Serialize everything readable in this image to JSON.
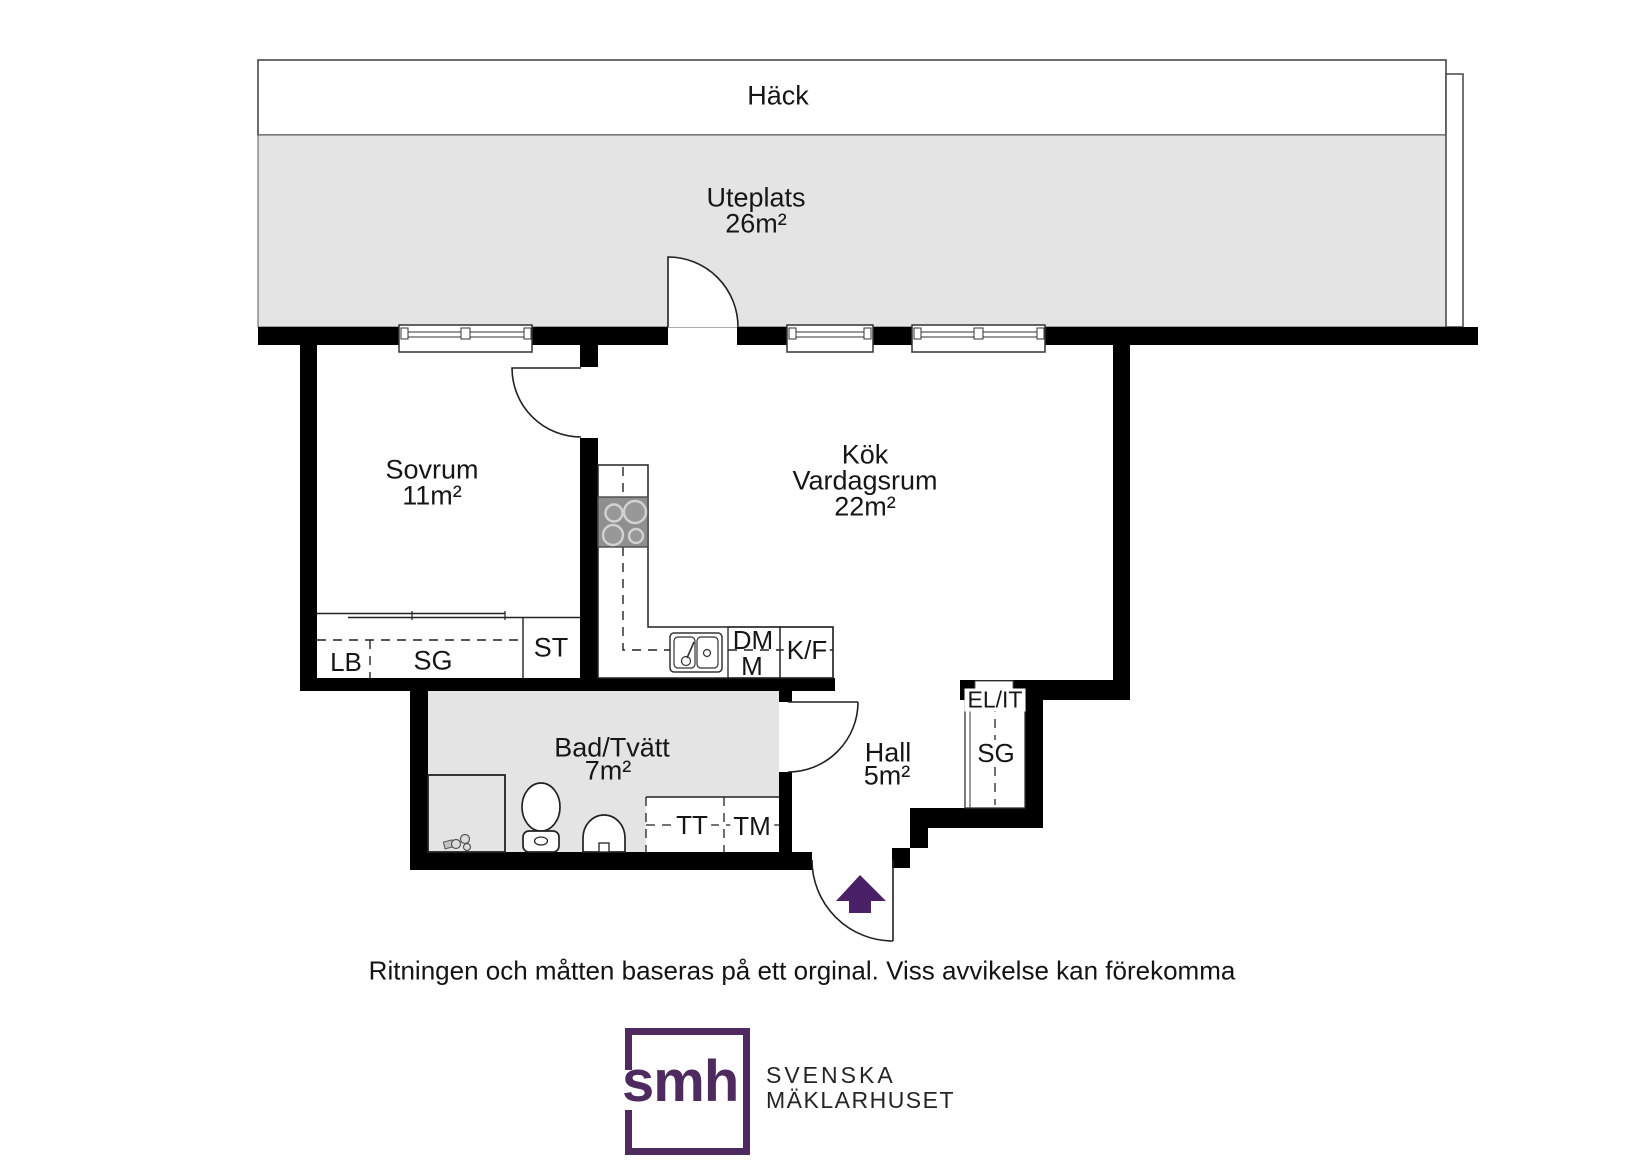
{
  "areas": {
    "hedge": {
      "label": "Häck"
    },
    "patio": {
      "name": "Uteplats",
      "size": "26m²"
    },
    "bedroom": {
      "name": "Sovrum",
      "size": "11m²"
    },
    "kitchen": {
      "name": "Kök",
      "name2": "Vardagsrum",
      "size": "22m²"
    },
    "bath": {
      "name": "Bad/Tvätt",
      "size": "7m²"
    },
    "hall": {
      "name": "Hall",
      "size": "5m²"
    }
  },
  "fixtures": {
    "lb": "LB",
    "sg": "SG",
    "st": "ST",
    "dm": "DM",
    "m": "M",
    "kf": "K/F",
    "tt": "TT",
    "tm": "TM",
    "el_it": "EL/IT",
    "hall_sg": "SG"
  },
  "disclaimer": "Ritningen och måtten baseras på ett orginal. Viss avvikelse kan förekomma",
  "logo": {
    "monogram": "smh",
    "line1": "SVENSKA",
    "line2": "MÄKLARHUSET"
  },
  "colors": {
    "wall": "#000000",
    "floor_gray": "#e4e4e4",
    "stove_gray": "#8f8f8f",
    "brand_purple": "#4e2a5f",
    "arrow_purple": "#4a2166"
  }
}
